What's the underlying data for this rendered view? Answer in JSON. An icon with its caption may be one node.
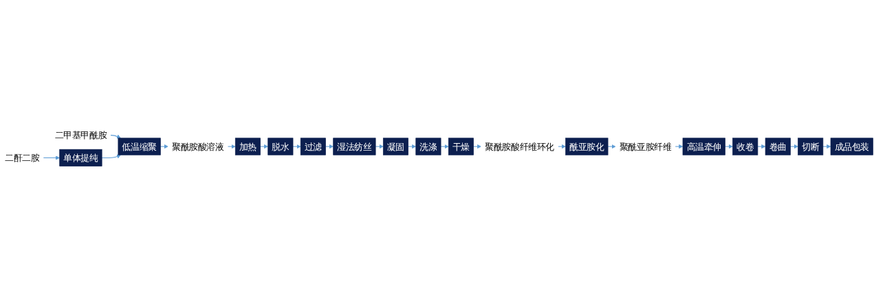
{
  "diagram": {
    "nodes": [
      {
        "text": [
          "二酐二胺"
        ]
      },
      {
        "text": [
          "二甲基甲酰胺"
        ]
      },
      {
        "text": [
          "单体提纯"
        ]
      },
      {
        "text": [
          "低温缩聚"
        ]
      },
      {
        "text": [
          "聚酰胺酸溶液"
        ]
      },
      {
        "text": [
          "加热"
        ]
      },
      {
        "text": [
          "脱水"
        ]
      },
      {
        "text": [
          "过滤"
        ]
      },
      {
        "text": [
          "湿法纺丝"
        ]
      },
      {
        "text": [
          "凝固"
        ]
      },
      {
        "text": [
          "洗涤"
        ]
      },
      {
        "text": [
          "干燥"
        ]
      },
      {
        "text": [
          "聚酰胺酸纤维环化"
        ]
      },
      {
        "text": [
          "酰亚胺化"
        ]
      },
      {
        "text": [
          "聚酰亚胺纤维"
        ]
      },
      {
        "text": [
          "高温牵伸"
        ]
      },
      {
        "text": [
          "收卷"
        ]
      },
      {
        "text": [
          "卷曲"
        ]
      },
      {
        "text": [
          "切断"
        ]
      },
      {
        "text": [
          "成品包装"
        ]
      }
    ],
    "edges": [
      {
        "from": 0,
        "to": 2,
        "arrow": "to"
      },
      {
        "from": 1,
        "to": 3,
        "arrow": "to"
      },
      {
        "from": 2,
        "to": 3,
        "arrow": "to"
      },
      {
        "from": 3,
        "to": 4,
        "arrow": "to"
      },
      {
        "from": 4,
        "to": 5,
        "arrow": "to"
      },
      {
        "from": 5,
        "to": 6,
        "arrow": "to"
      },
      {
        "from": 6,
        "to": 7,
        "arrow": "to"
      },
      {
        "from": 7,
        "to": 8,
        "arrow": "to"
      },
      {
        "from": 8,
        "to": 9,
        "arrow": "to"
      },
      {
        "from": 9,
        "to": 10,
        "arrow": "to"
      },
      {
        "from": 10,
        "to": 11,
        "arrow": "to"
      },
      {
        "from": 11,
        "to": 12,
        "arrow": "to"
      },
      {
        "from": 12,
        "to": 13,
        "arrow": "to"
      },
      {
        "from": 13,
        "to": 14,
        "arrow": "to"
      },
      {
        "from": 14,
        "to": 15,
        "arrow": "to"
      },
      {
        "from": 15,
        "to": 16,
        "arrow": "to"
      },
      {
        "from": 16,
        "to": 17,
        "arrow": "to"
      },
      {
        "from": 17,
        "to": 18,
        "arrow": "to"
      },
      {
        "from": 18,
        "to": 19,
        "arrow": "to"
      }
    ]
  }
}
